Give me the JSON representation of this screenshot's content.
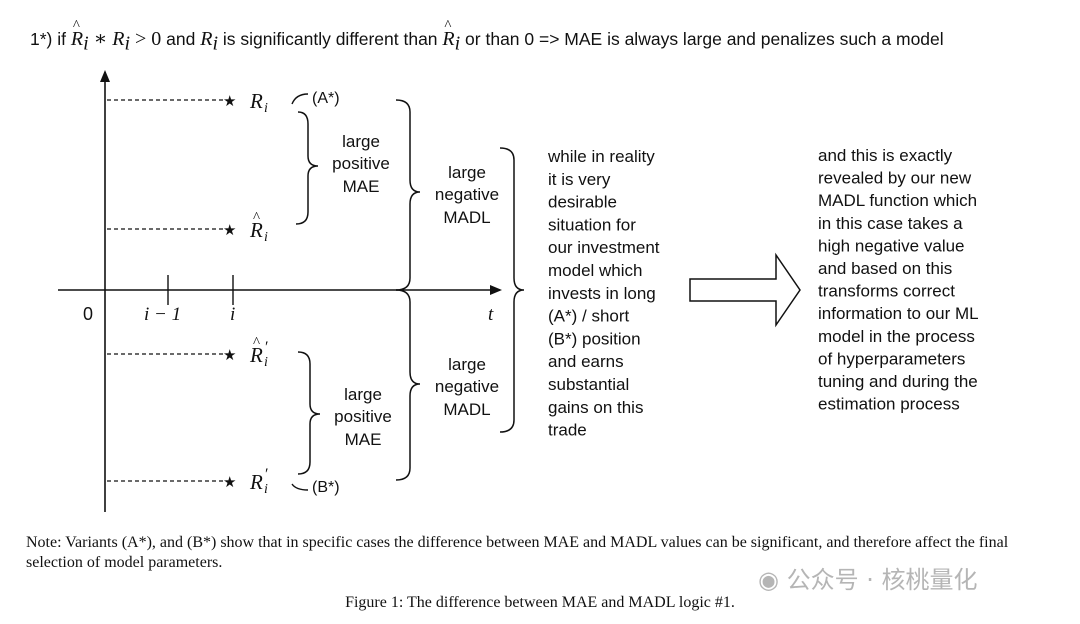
{
  "header": {
    "prefix": "1*) if ",
    "expr1_R": "R",
    "expr1_sub": "i",
    "expr1_op": " ∗ ",
    "expr1_R2": "R",
    "expr1_sub2": "i",
    "expr1_rel": " > 0",
    "and_text": " and ",
    "R_sym": "R",
    "R_sub": "i",
    "mid_text": " is significantly different than ",
    "Rhat_sym": "R",
    "Rhat_sub": "i",
    "tail_text": " or than 0 => MAE is always large and penalizes such a model"
  },
  "diagram": {
    "origin_label": "0",
    "tick_i_minus_1": "i − 1",
    "tick_i": "i",
    "t_label": "t",
    "points": {
      "R_i": "R",
      "R_i_sub": "i",
      "Rhat_i": "R",
      "Rhat_i_sub": "i",
      "Rhatp_i": "R",
      "Rhatp_i_sub": "i",
      "Rp_i": "R",
      "Rp_i_sub": "i",
      "prime": "′",
      "star": "★"
    },
    "variant_A": "(A*)",
    "variant_B": "(B*)",
    "upper_mae": [
      "large",
      "positive",
      "MAE"
    ],
    "lower_mae": [
      "large",
      "positive",
      "MAE"
    ],
    "upper_madl": [
      "large",
      "negative",
      "MADL"
    ],
    "lower_madl": [
      "large",
      "negative",
      "MADL"
    ],
    "reality_text": [
      "while in reality",
      "it is very",
      "desirable",
      "situation  for",
      "our investment",
      "model which",
      "invests in long",
      "(A*) / short",
      "(B*) position",
      "and earns",
      "substantial",
      "gains on this",
      "trade"
    ],
    "result_text": [
      "and this is exactly",
      "revealed by our new",
      "MADL function which",
      "in this case takes a",
      "high negative value",
      "and based on this",
      "transforms correct",
      "information to our ML",
      "model in the process",
      "of hyperparameters",
      "tuning and during the",
      "estimation process"
    ]
  },
  "note": "Note: Variants (A*), and (B*) show that in specific cases the difference between MAE and MADL values can be significant, and therefore affect the final selection of model parameters.",
  "caption": "Figure 1: The difference between MAE and MADL logic #1.",
  "watermark": "公众号 · 核桃量化",
  "colors": {
    "ink": "#111111",
    "watermark": "#8a8a8a"
  }
}
